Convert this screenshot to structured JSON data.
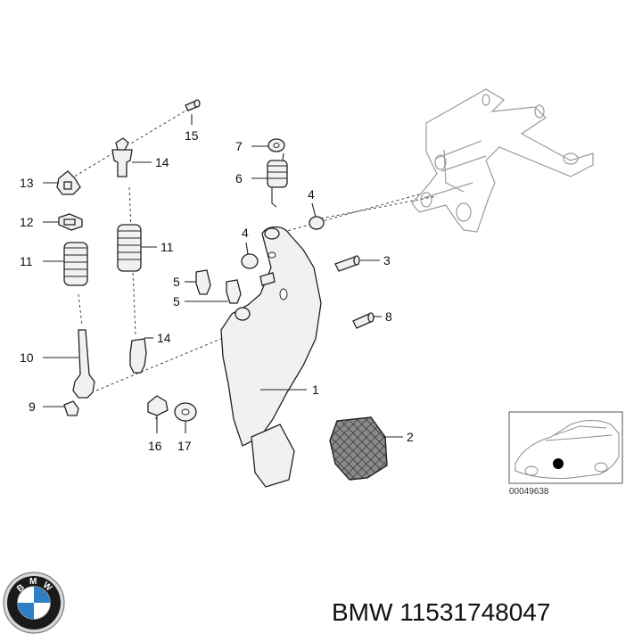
{
  "callouts": [
    {
      "id": "c15",
      "label": "15"
    },
    {
      "id": "c14a",
      "label": "14"
    },
    {
      "id": "c13",
      "label": "13"
    },
    {
      "id": "c12",
      "label": "12"
    },
    {
      "id": "c11a",
      "label": "11"
    },
    {
      "id": "c11b",
      "label": "11"
    },
    {
      "id": "c10",
      "label": "10"
    },
    {
      "id": "c9",
      "label": "9"
    },
    {
      "id": "c7",
      "label": "7"
    },
    {
      "id": "c6",
      "label": "6"
    },
    {
      "id": "c4a",
      "label": "4"
    },
    {
      "id": "c4b",
      "label": "4"
    },
    {
      "id": "c3",
      "label": "3"
    },
    {
      "id": "c5a",
      "label": "5"
    },
    {
      "id": "c5b",
      "label": "5"
    },
    {
      "id": "c8",
      "label": "8"
    },
    {
      "id": "c14b",
      "label": "14"
    },
    {
      "id": "c1",
      "label": "1"
    },
    {
      "id": "c2",
      "label": "2"
    },
    {
      "id": "c16",
      "label": "16"
    },
    {
      "id": "c17",
      "label": "17"
    }
  ],
  "inset": {
    "catalog_number": "00049638"
  },
  "logo": {
    "letters": [
      "B",
      "M",
      "W"
    ]
  },
  "part_number": "BMW 11531748047"
}
